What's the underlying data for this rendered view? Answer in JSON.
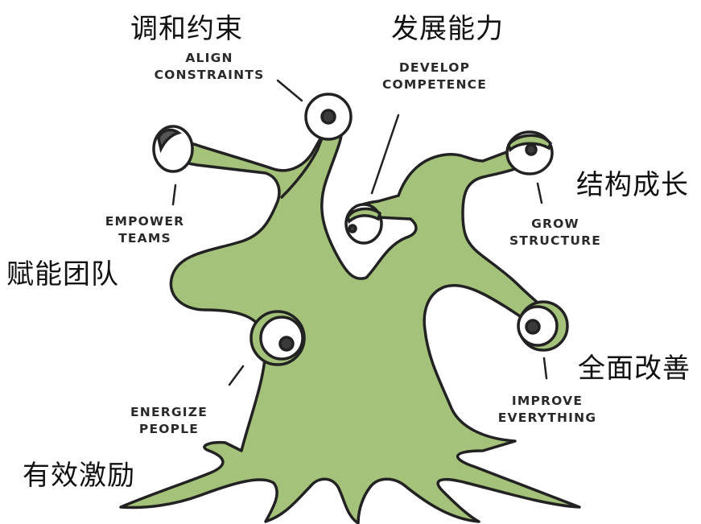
{
  "labels": {
    "align_constraints": {
      "zh": "调和约束",
      "en_line1": "ALIGN",
      "en_line2": "CONSTRAINTS"
    },
    "develop_competence": {
      "zh": "发展能力",
      "en_line1": "DEVELOP",
      "en_line2": "COMPETENCE"
    },
    "grow_structure": {
      "zh": "结构成长",
      "en_line1": "GROW",
      "en_line2": "STRUCTURE"
    },
    "empower_teams": {
      "zh": "赋能团队",
      "en_line1": "EMPOWER",
      "en_line2": "TEAMS"
    },
    "improve_everything": {
      "zh": "全面改善",
      "en_line1": "IMPROVE",
      "en_line2": "EVERYTHING"
    },
    "energize_people": {
      "zh": "有效激励",
      "en_line1": "ENERGIZE",
      "en_line2": "PEOPLE"
    }
  },
  "colors": {
    "creature_fill": "#a5c27a",
    "outline": "#222222",
    "eye_white": "#ffffff",
    "pupil": "#3a3a3a"
  }
}
